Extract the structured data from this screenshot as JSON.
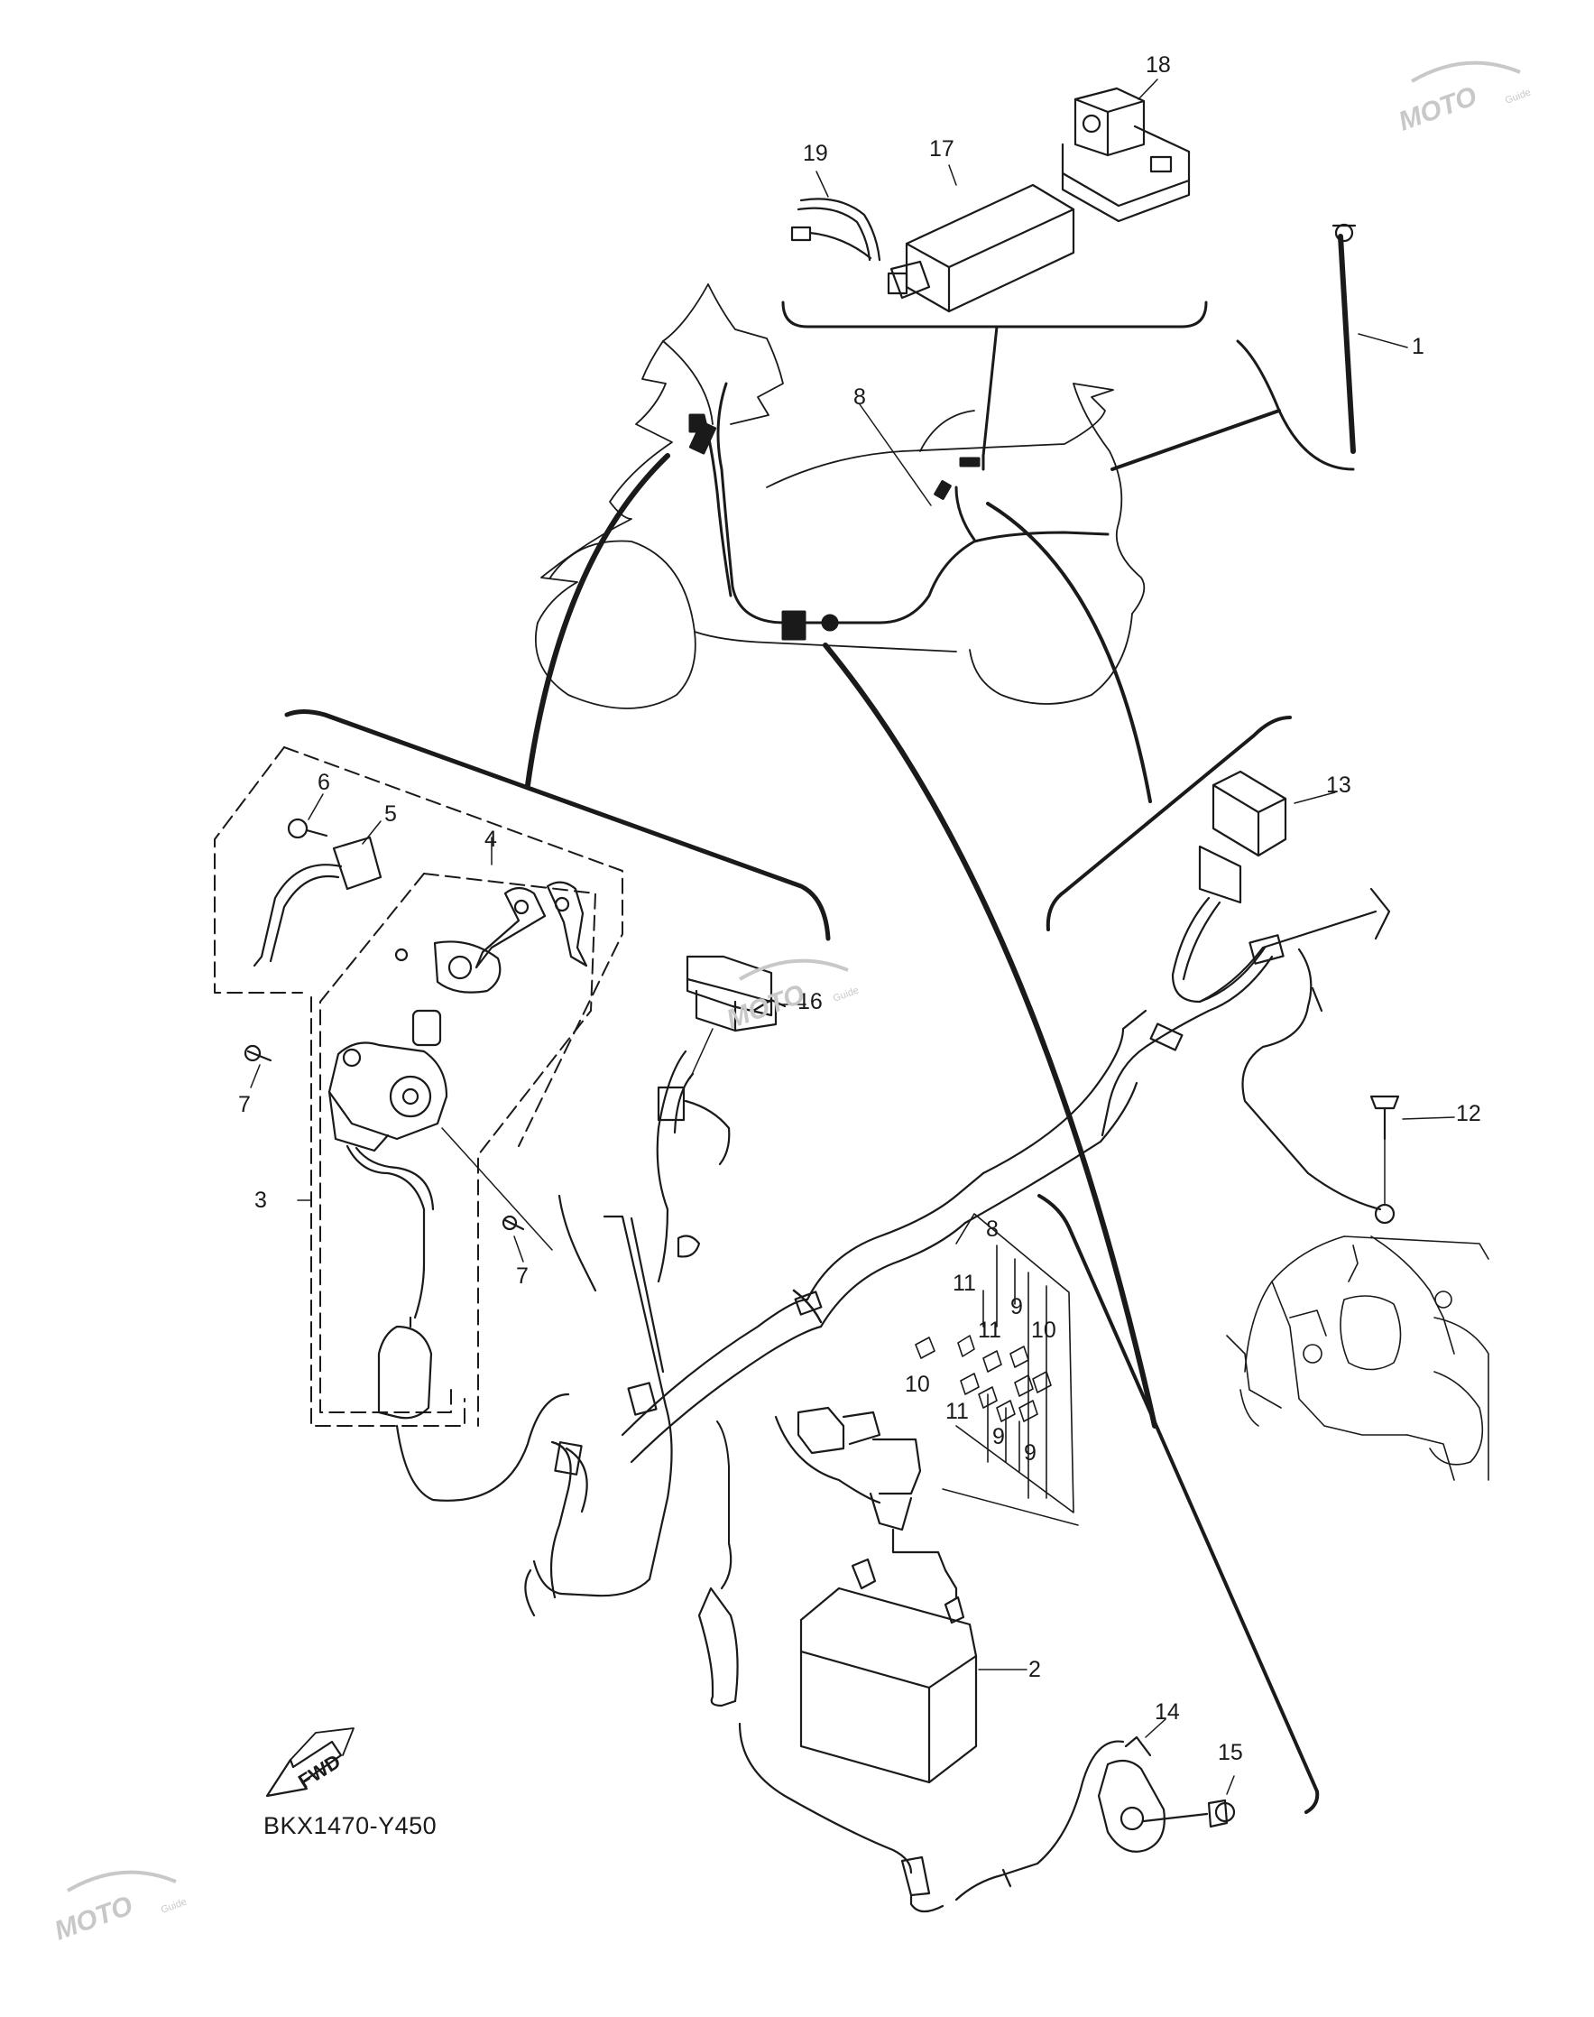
{
  "diagram": {
    "drawing_code": "BKX1470-Y450",
    "forward_arrow_label": "FWD",
    "ink_color": "#1a1a1a",
    "background_color": "#ffffff",
    "watermark_color": "#c8c8c8",
    "watermark": {
      "brand": "MOTO",
      "sub": "Guide"
    },
    "callouts": [
      {
        "id": "1",
        "label": "1"
      },
      {
        "id": "2",
        "label": "2"
      },
      {
        "id": "3",
        "label": "3"
      },
      {
        "id": "4",
        "label": "4"
      },
      {
        "id": "5",
        "label": "5"
      },
      {
        "id": "6",
        "label": "6"
      },
      {
        "id": "7a",
        "label": "7"
      },
      {
        "id": "7b",
        "label": "7"
      },
      {
        "id": "8a",
        "label": "8"
      },
      {
        "id": "8b",
        "label": "8"
      },
      {
        "id": "9a",
        "label": "9"
      },
      {
        "id": "9b",
        "label": "9"
      },
      {
        "id": "9c",
        "label": "9"
      },
      {
        "id": "10a",
        "label": "10"
      },
      {
        "id": "10b",
        "label": "10"
      },
      {
        "id": "11a",
        "label": "11"
      },
      {
        "id": "11b",
        "label": "11"
      },
      {
        "id": "11c",
        "label": "11"
      },
      {
        "id": "12",
        "label": "12"
      },
      {
        "id": "13",
        "label": "13"
      },
      {
        "id": "14",
        "label": "14"
      },
      {
        "id": "15",
        "label": "15"
      },
      {
        "id": "16",
        "label": "16"
      },
      {
        "id": "17",
        "label": "17"
      },
      {
        "id": "18",
        "label": "18"
      },
      {
        "id": "19",
        "label": "19"
      }
    ]
  }
}
